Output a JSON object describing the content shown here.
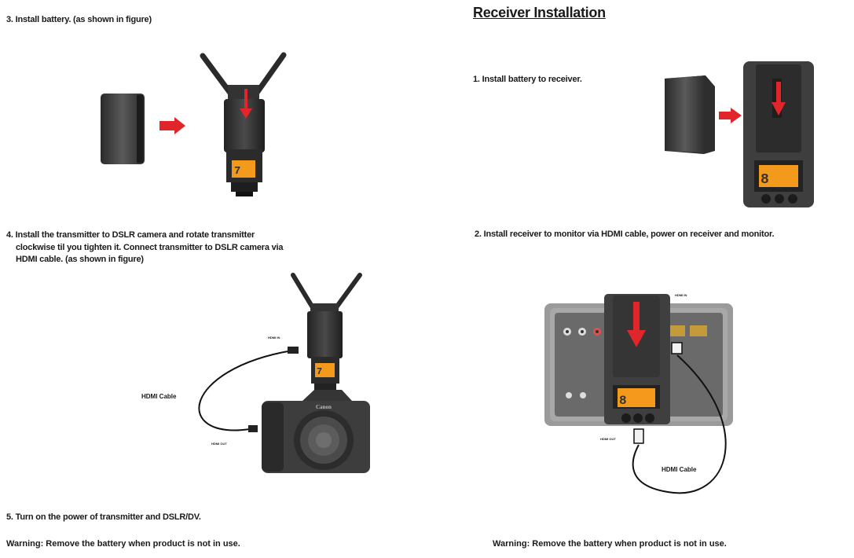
{
  "left": {
    "step3": "3. Install battery. (as shown in figure)",
    "step4_line1": "4. Install the transmitter to DSLR camera and rotate transmitter",
    "step4_line2": "clockwise til you tighten it. Connect transmitter to DSLR camera via",
    "step4_line3": "HDMI cable. (as shown in figure)",
    "hdmi_in": "HDMI IN",
    "hdmi_cable": "HDMI Cable",
    "hdmi_out": "HDMI OUT",
    "camera_brand": "Canon",
    "step5": "5. Turn on the power of transmitter and DSLR/DV.",
    "warning": "Warning: Remove the battery when product is not in use."
  },
  "right": {
    "heading": "Receiver Installation",
    "step1": "1. Install battery to receiver.",
    "step2": "2. Install receiver to monitor via HDMI cable, power on receiver and monitor.",
    "hdmi_in": "HDMI IN",
    "hdmi_out": "HDMI OUT",
    "hdmi_cable": "HDMI Cable",
    "warning": "Warning: Remove the battery when product is not in use."
  },
  "colors": {
    "arrow": "#e0252b",
    "lcd": "#f39a1c",
    "device": "#3a3a3a"
  }
}
